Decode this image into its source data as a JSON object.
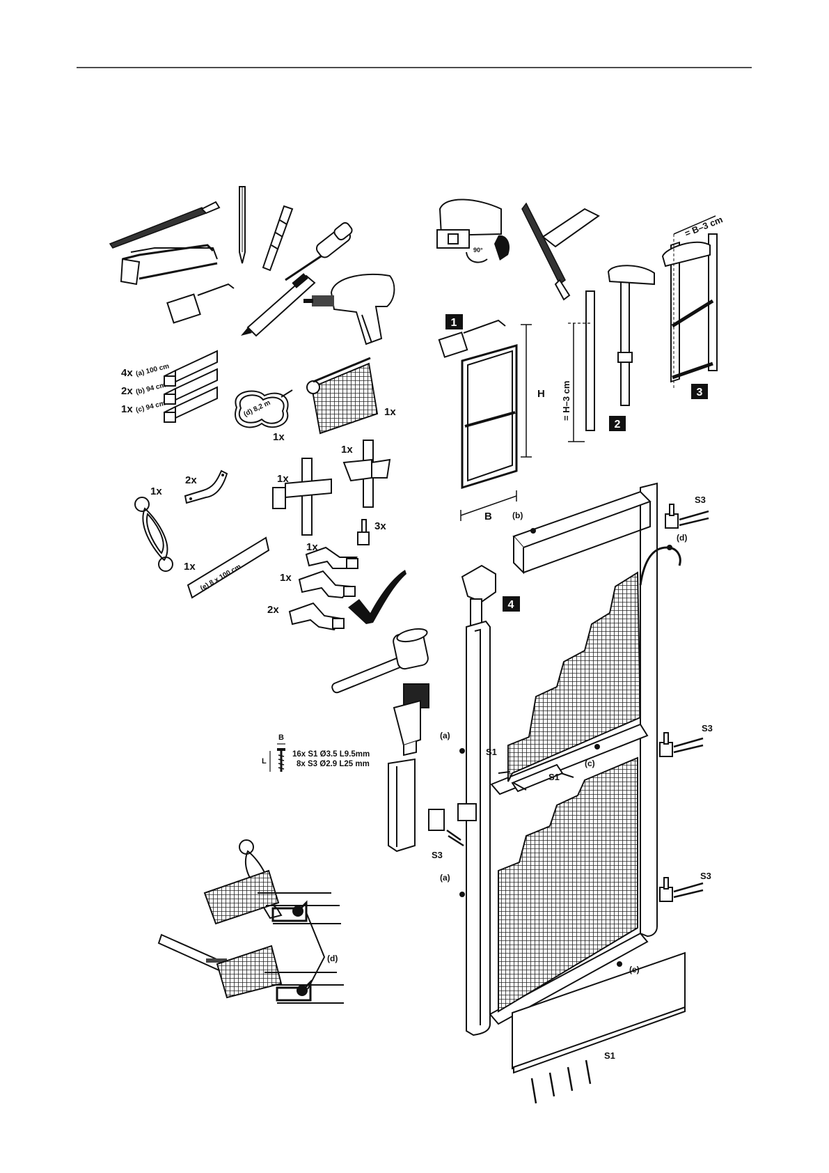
{
  "kit_labels": {
    "profile_a": "(a) 100 cm",
    "profile_b": "(b) 94 cm",
    "profile_c": "(c) 94 cm",
    "cord_d": "(d) 8,2 m",
    "strip_e": "(e) 8 x 100 cm"
  },
  "quantities": {
    "q_a": "4x",
    "q_b": "2x",
    "q_c": "1x",
    "q_cord": "1x",
    "q_mesh": "1x",
    "q_cross": "1x",
    "q_tee": "1x",
    "q_clip": "2x",
    "q_handle": "1x",
    "q_hinge": "3x",
    "q_strip": "1x",
    "q_corner1": "1x",
    "q_corner2": "1x",
    "q_corner3": "2x"
  },
  "screws": {
    "dim_b": "B",
    "dim_l": "L",
    "line1": "16x  S1  Ø3.5  L9.5mm",
    "line2": "8x  S3  Ø2.9  L25 mm"
  },
  "steps": {
    "s1": "1",
    "s2": "2",
    "s3": "3",
    "s4": "4"
  },
  "dimensions": {
    "height": "H",
    "width": "B",
    "cut_height": "= H–3 cm",
    "cut_width": "= B–3 cm",
    "angle": "90°"
  },
  "parts": {
    "a": "(a)",
    "b": "(b)",
    "c": "(c)",
    "d": "(d)",
    "e": "(e)",
    "s1": "S1",
    "s3": "S3"
  }
}
